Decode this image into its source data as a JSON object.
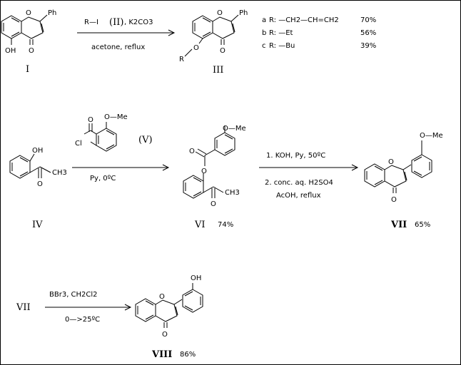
{
  "atoms": {
    "o": "O",
    "ph": "Ph",
    "oh": "OH",
    "cl": "Cl",
    "ome": "O—Me",
    "r": "R",
    "ch3": "CH3"
  },
  "reaction1": {
    "reagent_top": "R—I",
    "reagent_code": "(II)",
    "reagent_k2co3": ", K2CO3",
    "conditions": "acetone, reflux",
    "start_label": "I",
    "product_label": "III",
    "variants": [
      {
        "letter": "a",
        "group": "R: —CH2—CH=CH2",
        "yield": "70%"
      },
      {
        "letter": "b",
        "group": "R: —Et",
        "yield": "56%"
      },
      {
        "letter": "c",
        "group": "R: —Bu",
        "yield": "39%"
      }
    ]
  },
  "reaction2": {
    "start_label": "IV",
    "reagent_code": "(V)",
    "conditions": "Py,   0ºC",
    "product_label": "VI",
    "product_yield": "74%"
  },
  "reaction3": {
    "step1": "1. KOH,   Py,   50ºC",
    "step2": "2. conc. aq. H2SO4",
    "step3": "AcOH,    reflux",
    "product_label": "VII",
    "product_yield": "65%"
  },
  "reaction4": {
    "start_label": "VII",
    "reagent": "BBr3,    CH2Cl2",
    "conditions": "0—>25ºC",
    "product_label": "VIII",
    "product_yield": "86%"
  }
}
